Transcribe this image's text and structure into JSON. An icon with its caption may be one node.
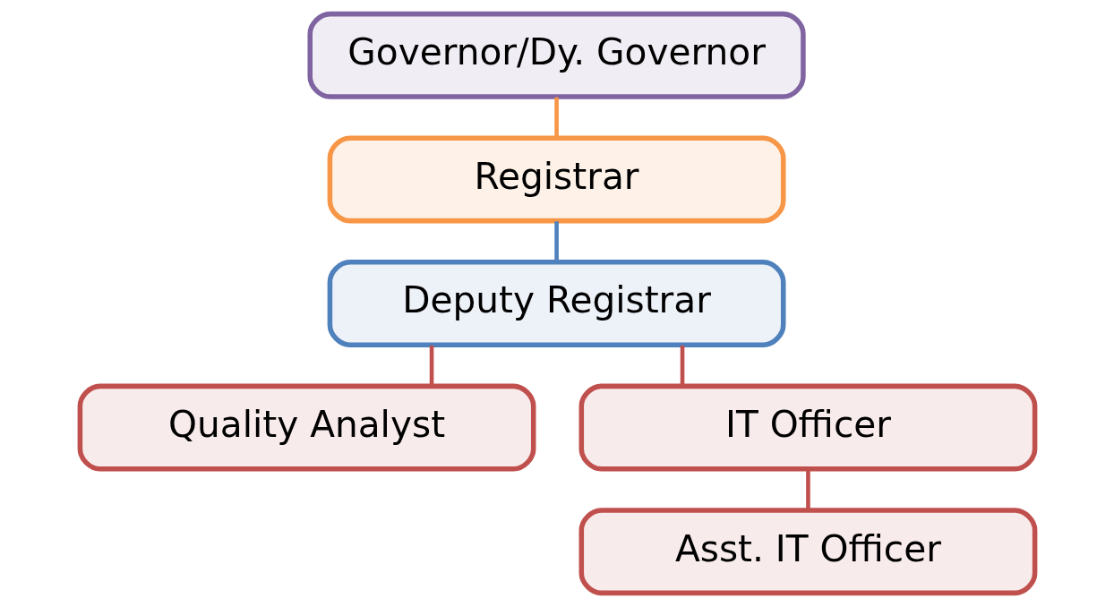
{
  "diagram": {
    "nodes": [
      {
        "text": [
          "Governor/Dy. Governor"
        ]
      },
      {
        "text": [
          "Registrar"
        ]
      },
      {
        "text": [
          "Deputy Registrar"
        ]
      },
      {
        "text": [
          "Quality Analyst"
        ]
      },
      {
        "text": [
          "IT Officer"
        ]
      },
      {
        "text": [
          "Asst. IT Officer"
        ]
      }
    ],
    "edges": [
      {
        "from": 0,
        "to": 1,
        "arrow": "none",
        "color": "#f79646"
      },
      {
        "from": 1,
        "to": 2,
        "arrow": "none",
        "color": "#4f81bd"
      },
      {
        "from": 2,
        "to": 3,
        "arrow": "none"
      },
      {
        "from": 2,
        "to": 4,
        "arrow": "none"
      },
      {
        "from": 4,
        "to": 5,
        "arrow": "none"
      }
    ]
  }
}
